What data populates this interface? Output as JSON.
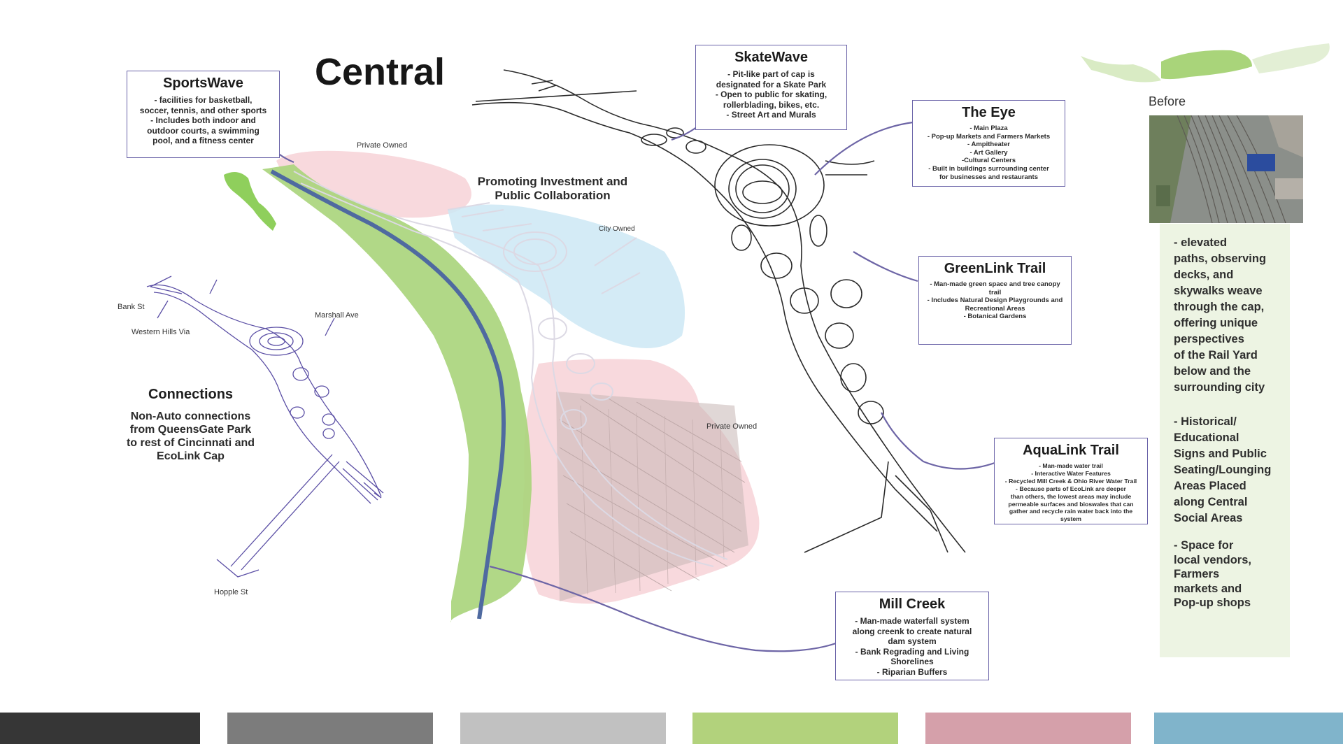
{
  "page": {
    "title": "Central",
    "middle_heading": [
      "Promoting Investment and",
      "Public Collaboration"
    ]
  },
  "map_labels": {
    "private_owned_top": "Private Owned",
    "city_owned": "City Owned",
    "private_owned_right": "Private Owned",
    "bank_st": "Bank St",
    "western_hills_via": "Western Hills Via",
    "marshall_ave": "Marshall Ave",
    "hopple_st": "Hopple St"
  },
  "connections": {
    "title": "Connections",
    "lines": [
      "Non-Auto connections",
      "from QueensGate Park",
      "to rest of Cincinnati and",
      "EcoLink Cap"
    ]
  },
  "callouts": {
    "sportswave": {
      "title": "SportsWave",
      "lines": [
        "- facilities for basketball,",
        "soccer, tennis, and other sports",
        "- Includes both indoor and",
        "outdoor courts, a swimming",
        "pool, and a fitness center"
      ]
    },
    "skatewave": {
      "title": "SkateWave",
      "lines": [
        "- Pit-like part of cap is",
        "designated for a Skate Park",
        "- Open to public for skating,",
        "rollerblading, bikes, etc.",
        "- Street Art and Murals"
      ]
    },
    "the_eye": {
      "title": "The Eye",
      "lines": [
        "- Main Plaza",
        "- Pop-up Markets and Farmers Markets",
        "- Ampitheater",
        "- Art Gallery",
        "-Cultural Centers",
        "- Built in buildings surrounding center",
        "for businesses and restaurants"
      ]
    },
    "greenlink": {
      "title": "GreenLink Trail",
      "lines": [
        "- Man-made green space and tree canopy",
        "trail",
        "- Includes Natural Design Playgrounds and",
        "Recreational Areas",
        "- Botanical Gardens"
      ]
    },
    "aqualink": {
      "title": "AquaLink Trail",
      "lines": [
        "- Man-made water trail",
        "- Interactive Water Features",
        "- Recycled Mill Creek & Ohio River Water Trail",
        "- Because parts of EcoLink are deeper",
        "than others, the lowest areas may include",
        "permeable surfaces and bioswales that can",
        "gather and recycle rain water back into the",
        "system"
      ]
    },
    "mill_creek": {
      "title": "Mill Creek",
      "lines": [
        "- Man-made waterfall system",
        "along creenk to create natural",
        "dam system",
        "- Bank Regrading and Living",
        "Shorelines",
        "- Riparian Buffers"
      ]
    }
  },
  "sidebar": {
    "before_label": "Before",
    "paragraph1": [
      "- elevated",
      "paths, observing",
      "decks, and",
      "skywalks weave",
      "through the cap,",
      "offering unique",
      "perspectives",
      "of the Rail Yard",
      "below and the",
      "surrounding city"
    ],
    "paragraph2": [
      "- Historical/",
      "Educational",
      "Signs and Public",
      "Seating/Lounging",
      "Areas Placed",
      "along Central",
      "Social Areas"
    ],
    "paragraph3": [
      " - Space for",
      " local vendors,",
      " Farmers",
      " markets and",
      " Pop-up shops"
    ]
  },
  "colors": {
    "swatches": [
      "#363636",
      "#7c7c7c",
      "#c1c1c1",
      "#b2d27c",
      "#d5a0aa",
      "#80b4cb"
    ],
    "callout_border": "#6a63a8",
    "leader_line": "#6d65a6",
    "green_zone": "#a9d47a",
    "pink_zone": "#f6cfd4",
    "blue_zone": "#cde7f5",
    "river": "#4f6aa0",
    "sidebar_panel": "#edf4e3",
    "sketch_ink": "#5b4fa5"
  }
}
